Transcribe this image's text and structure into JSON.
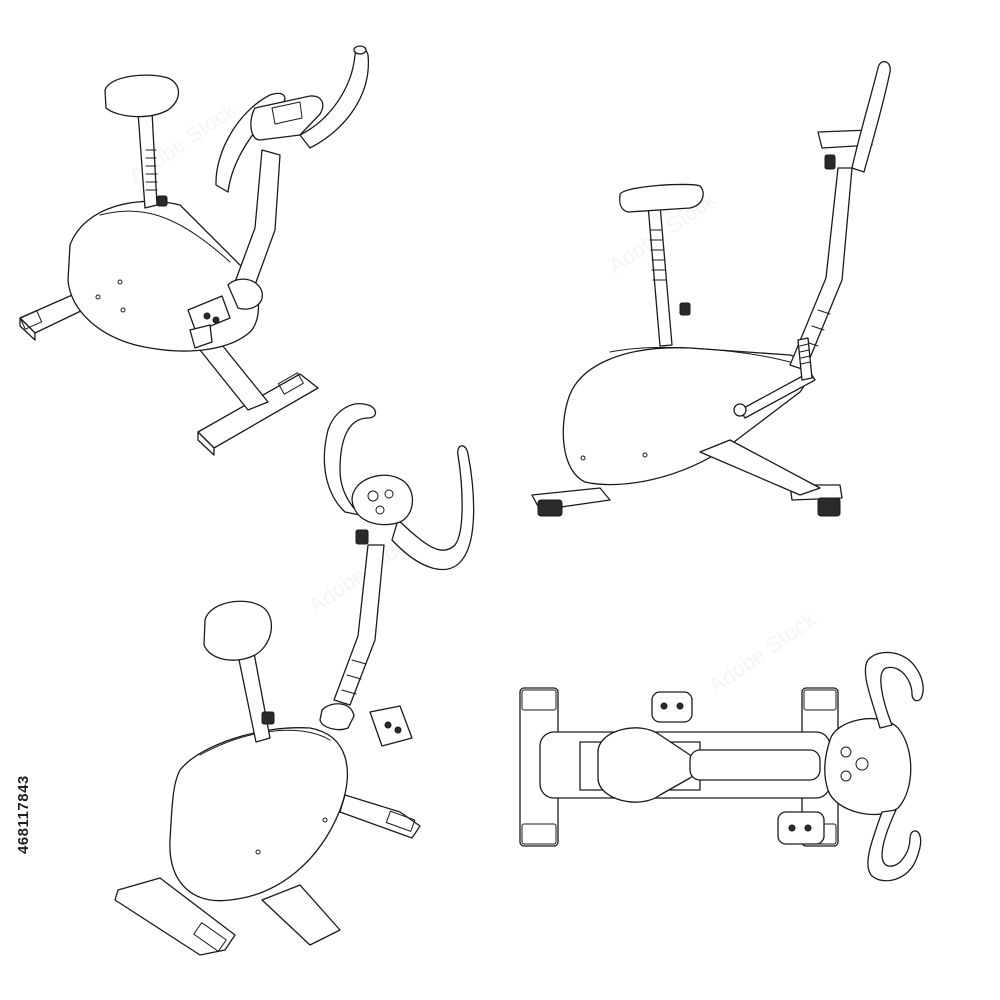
{
  "image": {
    "background_color": "#ffffff",
    "line_color": "#1a1a1a",
    "subject": "exercise-bike line drawings",
    "views": [
      "three-quarter-front",
      "side",
      "three-quarter-rear",
      "top"
    ]
  },
  "stock_id": "468117843",
  "watermark_text": "Adobe Stock"
}
